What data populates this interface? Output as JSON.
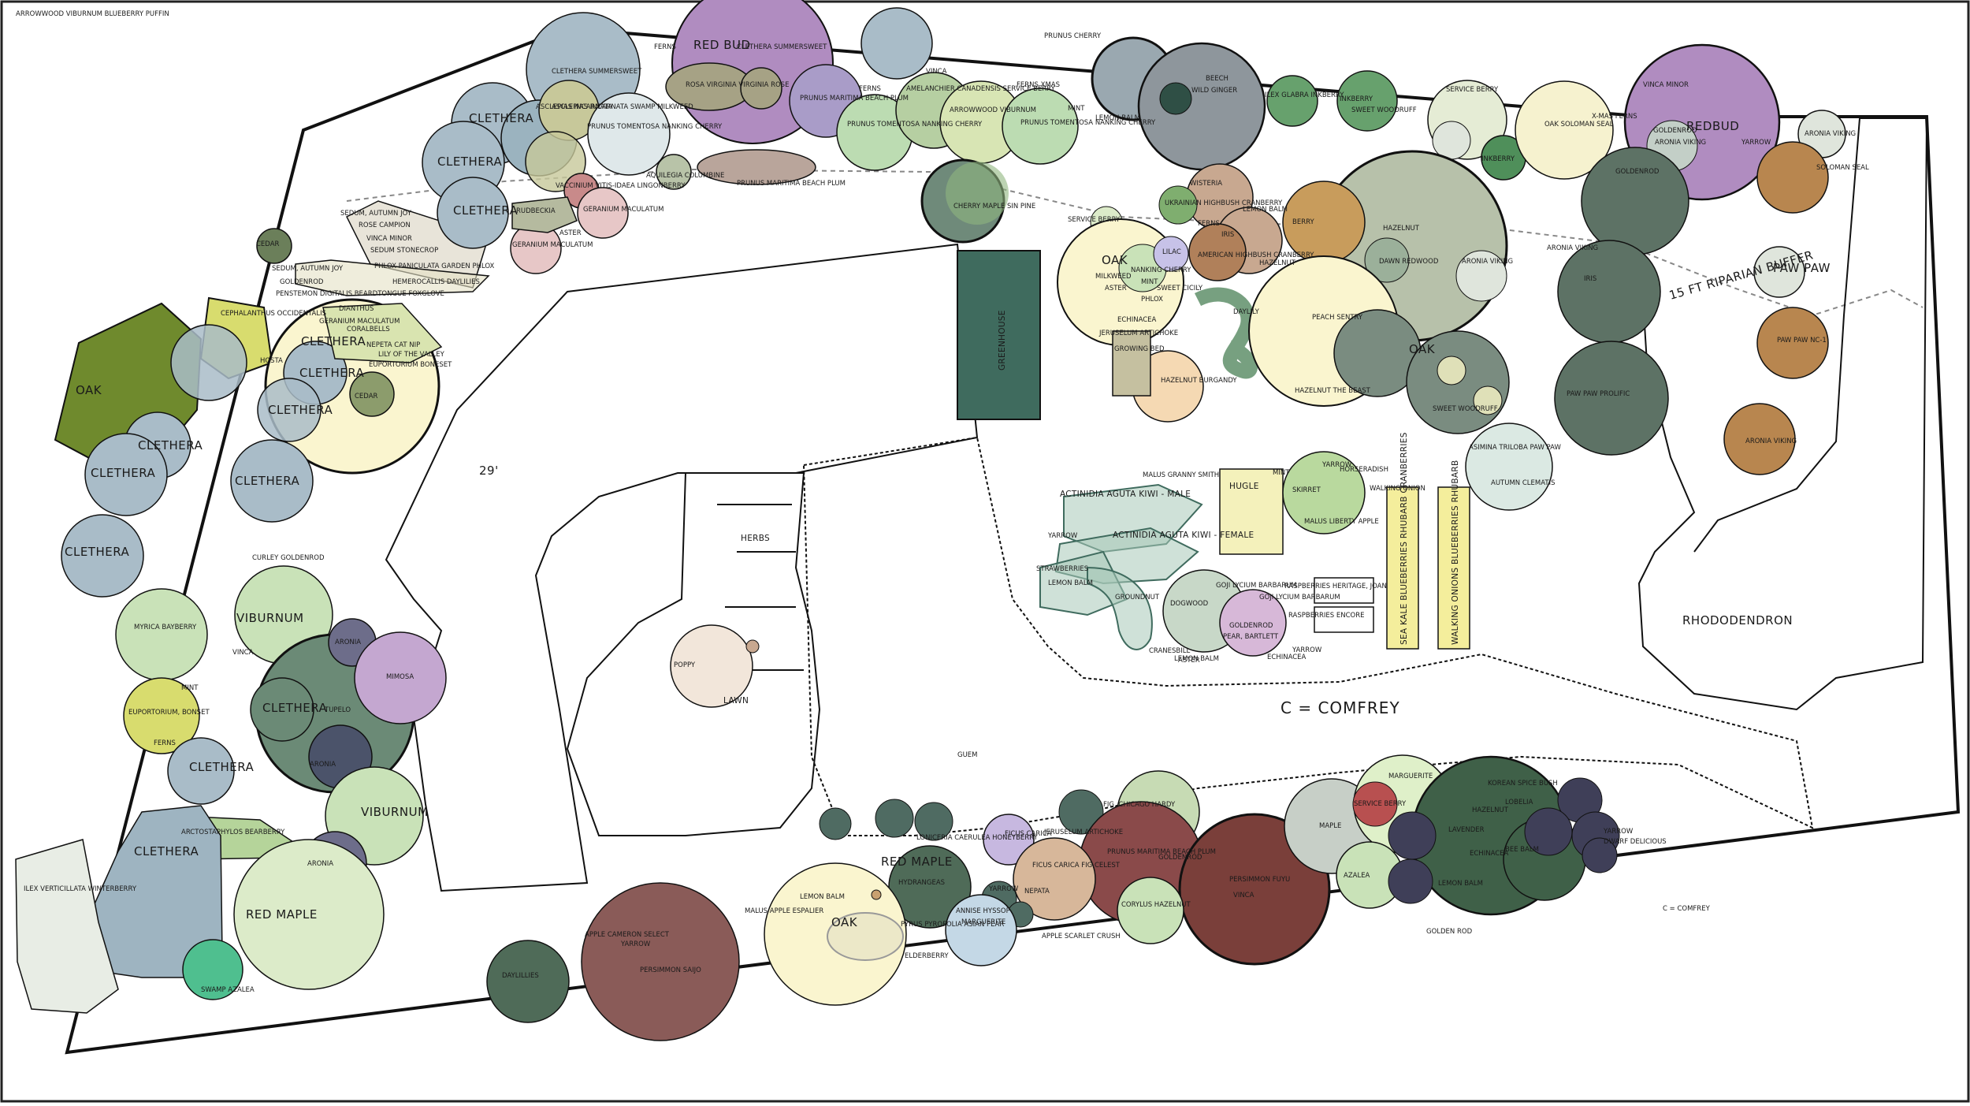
{
  "title": "",
  "legend": {
    "comfrey_main": "C = COMFREY",
    "comfrey_small": "C = COMFREY"
  },
  "areas": {
    "greenhouse": "GREENHOUSE",
    "herbs": "HERBS",
    "lawn": "LAWN",
    "dim_29": "29'",
    "riparian": "15 FT RIPARIAN BUFFER",
    "rhododendron": "RHODODENDRON",
    "hugle": "HUGLE",
    "growing_bed": "GROWING BED",
    "blueberries_1": "SEA KALE BLUEBERRIES RHUBARB CRANBERRIES",
    "blueberries_2": "WALKING ONIONS BLUEBERRIES RHUBARB",
    "raspberries_1": "RASPBERRIES HERITAGE, JOAN",
    "raspberries_2": "RASPBERRIES ENCORE",
    "actinidia_male": "ACTINIDIA AGUTA KIWI - MALE",
    "actinidia_female": "ACTINIDIA AGUTA KIWI - FEMALE"
  },
  "plants": [
    {
      "name": "CLETHERA SUMMERSWEET",
      "color": "#a9bcc8"
    },
    {
      "name": "RED BUD",
      "color": "#b08cc0"
    },
    {
      "name": "FERNS",
      "color": ""
    },
    {
      "name": "ROSA VIRGINIA VIRGINIA ROSE",
      "color": "#a6a285"
    },
    {
      "name": "PRUNUS MARITIMA BEACH PLUM",
      "color": "#a99cc8"
    },
    {
      "name": "ASCLEPIAS INCARNATA SWAMP MILKWEED",
      "color": "#c7c89a"
    },
    {
      "name": "CLETHERA SUMMERSWEET",
      "color": "#9bb3bf"
    },
    {
      "name": "VINCA",
      "color": ""
    },
    {
      "name": "FERNS",
      "color": ""
    },
    {
      "name": "AMELANCHIER CANADENSIS SERVICE BERRY",
      "color": "#b6cfa2"
    },
    {
      "name": "ARROWWOOD VIBURNUM",
      "color": "#d8e5b4"
    },
    {
      "name": "FERNS XMAS",
      "color": ""
    },
    {
      "name": "PRUNUS TOMENTOSA NANKING CHERRY",
      "color": "#bcdcb2"
    },
    {
      "name": "PRUNUS TOMENTOSA NANKING CHERRY",
      "color": "#bcdcb2"
    },
    {
      "name": "PRUNUS CHERRY",
      "color": ""
    },
    {
      "name": "MINT",
      "color": ""
    },
    {
      "name": "LEMON BALM",
      "color": ""
    },
    {
      "name": "BEECH",
      "color": "#6f7f8c"
    },
    {
      "name": "WILD GINGER",
      "color": ""
    },
    {
      "name": "ILEX GLABRA INKBERRY",
      "color": "#67a16d"
    },
    {
      "name": "INKBERRY",
      "color": "#67a16d"
    },
    {
      "name": "SWEET WOODRUFF",
      "color": ""
    },
    {
      "name": "SERVICE BERRY",
      "color": "#e5ecd5"
    },
    {
      "name": "VINCA MINOR",
      "color": ""
    },
    {
      "name": "OAK SOLOMAN SEAL",
      "color": "#f6f2cf"
    },
    {
      "name": "X-MAS FERNS",
      "color": ""
    },
    {
      "name": "GOLDENROD",
      "color": ""
    },
    {
      "name": "ARONIA VIKING",
      "color": "#c3cfc7"
    },
    {
      "name": "YARROW",
      "color": ""
    },
    {
      "name": "REDBUD",
      "color": "#b08cc0"
    },
    {
      "name": "ARONIA VIKING",
      "color": "#c3cfc7"
    },
    {
      "name": "SOLOMAN SEAL",
      "color": ""
    },
    {
      "name": "INKBERRY",
      "color": "#4f8f5a"
    },
    {
      "name": "CLETHERA",
      "color": "#a9bcc8"
    },
    {
      "name": "CLETHERA",
      "color": "#a9bcc8"
    },
    {
      "name": "CLETHERA",
      "color": "#a9bcc8"
    },
    {
      "name": "PRUNUS TOMENTOSA NANKING CHERRY",
      "color": "#dfe8ea"
    },
    {
      "name": "AQUILEGIA COLUMBINE",
      "color": "#b8c3a8"
    },
    {
      "name": "ASCLEPIAS INCARNATA",
      "color": "#c7c89a"
    },
    {
      "name": "VACCINIUM VITIS-IDAEA LINGONBERRY",
      "color": "#c88a8a"
    },
    {
      "name": "GERANIUM MACULATUM",
      "color": "#e7c7c7"
    },
    {
      "name": "GERANIUM MACULATUM",
      "color": "#e7c7c7"
    },
    {
      "name": "PRUNUS MARITIMA BEACH PLUM",
      "color": "#b9a59b"
    },
    {
      "name": "RUDBECKIA",
      "color": "#b5ba9f"
    },
    {
      "name": "ASTER",
      "color": ""
    },
    {
      "name": "CEDAR",
      "color": "#6b7f5a"
    },
    {
      "name": "SEDUM, AUTUMN JOY",
      "color": ""
    },
    {
      "name": "ROSE CAMPION",
      "color": ""
    },
    {
      "name": "VINCA MINOR",
      "color": ""
    },
    {
      "name": "SEDUM STONECROP",
      "color": ""
    },
    {
      "name": "PHLOX PANICULATA GARDEN PHLOX",
      "color": ""
    },
    {
      "name": "HEMEROCALLIS DAYLILIES",
      "color": ""
    },
    {
      "name": "SEDUM, AUTUMN JOY",
      "color": ""
    },
    {
      "name": "GOLDENROD",
      "color": ""
    },
    {
      "name": "PENSTEMON DIGITALIS BEARDTONGUE FOXGLOVE",
      "color": ""
    },
    {
      "name": "DIANTHUS",
      "color": ""
    },
    {
      "name": "GERANIUM MACULATUM",
      "color": "#d9e4b0"
    },
    {
      "name": "CORALBELLS",
      "color": ""
    },
    {
      "name": "NEPETA CAT NIP",
      "color": ""
    },
    {
      "name": "LILY OF THE VALLEY",
      "color": ""
    },
    {
      "name": "EUPORTORIUM BONESET",
      "color": "#d8dc6e"
    },
    {
      "name": "CEPHALANTHUS OCCIDENTALIS",
      "color": "#6f8a2d"
    },
    {
      "name": "OAK",
      "color": "#faf5cf"
    },
    {
      "name": "CLETHERA",
      "color": "#a9bcc8"
    },
    {
      "name": "HOSTA",
      "color": ""
    },
    {
      "name": "CLETHERA",
      "color": "#a9bcc8"
    },
    {
      "name": "CEDAR",
      "color": "#8c9c6c"
    },
    {
      "name": "CLETHERA",
      "color": "#a9bcc8"
    },
    {
      "name": "CLETHERA",
      "color": "#a9bcc8"
    },
    {
      "name": "CLETHERA",
      "color": "#a9bcc8"
    },
    {
      "name": "CLETHERA",
      "color": "#a9bcc8"
    },
    {
      "name": "CLETHERA",
      "color": "#a9bcc8"
    },
    {
      "name": "CURLEY GOLDENROD",
      "color": ""
    },
    {
      "name": "VIBURNUM",
      "color": "#c9e2b8"
    },
    {
      "name": "MYRICA BAYBERRY",
      "color": "#c9e2b8"
    },
    {
      "name": "VINCA",
      "color": ""
    },
    {
      "name": "ARONIA",
      "color": "#6d6d8a"
    },
    {
      "name": "MIMOSA",
      "color": "#c4a7d0"
    },
    {
      "name": "CLETHERA",
      "color": "#6b8a76"
    },
    {
      "name": "TUPELO",
      "color": "#6b8a76"
    },
    {
      "name": "ARONIA",
      "color": "#4b536a"
    },
    {
      "name": "MINT",
      "color": ""
    },
    {
      "name": "EUPORTORIUM, BONSET",
      "color": "#d8dc6e"
    },
    {
      "name": "FERNS",
      "color": ""
    },
    {
      "name": "CLETHERA",
      "color": "#a9bcc8"
    },
    {
      "name": "VIBURNUM",
      "color": "#c9e2b8"
    },
    {
      "name": "ARCTOSTAPHYLOS BEARBERRY",
      "color": "#b5d49a"
    },
    {
      "name": "CLETHERA",
      "color": "#9eb4c1"
    },
    {
      "name": "ARONIA",
      "color": "#6d6d8a"
    },
    {
      "name": "RED MAPLE",
      "color": "#dcebc9"
    },
    {
      "name": "ILEX VERTICILLATA WINTERBERRY",
      "color": "#e8ede5"
    },
    {
      "name": "SWAMP AZALEA",
      "color": "#4fbf8f"
    },
    {
      "name": "CHERRY MAPLE SIN PINE",
      "color": "#6f8a7a"
    },
    {
      "name": "SERVICE BERRY",
      "color": "#dcebc9"
    },
    {
      "name": "OAK",
      "color": "#faf5cf"
    },
    {
      "name": "NANKING CHERRY",
      "color": "#c9e2b8"
    },
    {
      "name": "LILAC",
      "color": "#c7c2e8"
    },
    {
      "name": "MILKWEED",
      "color": ""
    },
    {
      "name": "ASTER",
      "color": ""
    },
    {
      "name": "MINT",
      "color": ""
    },
    {
      "name": "SWEET CICILY",
      "color": ""
    },
    {
      "name": "PHLOX",
      "color": ""
    },
    {
      "name": "ECHINACEA",
      "color": ""
    },
    {
      "name": "JERUSELUM ARTICHOKE",
      "color": ""
    },
    {
      "name": "DAYLILY",
      "color": ""
    },
    {
      "name": "WISTERIA",
      "color": "#5f8f6a"
    },
    {
      "name": "UKRAINIAN HIGHBUSH CRANBERRY",
      "color": "#c8a890"
    },
    {
      "name": "LEMON BALM",
      "color": "#7fae6f"
    },
    {
      "name": "FERNS",
      "color": ""
    },
    {
      "name": "IRIS",
      "color": ""
    },
    {
      "name": "AMERICAN HIGHBUSH CRANBERRY",
      "color": "#c8a890"
    },
    {
      "name": "HAZELNUT",
      "color": "#b0805a"
    },
    {
      "name": "BERRY",
      "color": ""
    },
    {
      "name": "HAZELNUT",
      "color": "#c89c5c"
    },
    {
      "name": "DAWN REDWOOD",
      "color": "#b7c1aa"
    },
    {
      "name": "ARONIA VIKING",
      "color": "#9bb09a"
    },
    {
      "name": "ARONIA VIKING",
      "color": "#dfe5dc"
    },
    {
      "name": "GOLDENROD",
      "color": ""
    },
    {
      "name": "IRIS",
      "color": ""
    },
    {
      "name": "PAW PAW PROLIFIC",
      "color": "#5d7265"
    },
    {
      "name": "PAW PAW",
      "color": "#5d7265"
    },
    {
      "name": "PAW PAW NC-1",
      "color": "#5d7265"
    },
    {
      "name": "ARONIA VIKING",
      "color": "#dfe5dc"
    },
    {
      "name": "HAZELNUT BURGANDY",
      "color": "#b8864f"
    },
    {
      "name": "HAZELNUT THE BEAST",
      "color": "#b8864f"
    },
    {
      "name": "PEACH SENTRY",
      "color": "#f5d9b3"
    },
    {
      "name": "OAK",
      "color": "#faf5cf"
    },
    {
      "name": "SWEET WOODRUFF",
      "color": ""
    },
    {
      "name": "ASIMINA TRILOBA PAW PAW",
      "color": "#7a8c80"
    },
    {
      "name": "AUTUMN CLEMATIS",
      "color": "#dfe0b8"
    },
    {
      "name": "MALUS GRANNY SMITH",
      "color": "#dbe9e3"
    },
    {
      "name": "YARROW",
      "color": ""
    },
    {
      "name": "MINT",
      "color": ""
    },
    {
      "name": "HORSERADISH",
      "color": ""
    },
    {
      "name": "SKIRRET",
      "color": ""
    },
    {
      "name": "WALKING ONION",
      "color": ""
    },
    {
      "name": "MALUS LIBERTY APPLE",
      "color": "#b9d99e"
    },
    {
      "name": "YARROW",
      "color": ""
    },
    {
      "name": "STRAWBERRIES",
      "color": ""
    },
    {
      "name": "LEMON BALM",
      "color": ""
    },
    {
      "name": "GROUNDNUT",
      "color": ""
    },
    {
      "name": "GOJI LYCIUM BARBARUM",
      "color": ""
    },
    {
      "name": "GOJI LYCIUM BARBARUM",
      "color": ""
    },
    {
      "name": "DOGWOOD",
      "color": ""
    },
    {
      "name": "GOLDENROD",
      "color": ""
    },
    {
      "name": "PEAR, BARTLETT",
      "color": "#c8d8c8"
    },
    {
      "name": "CRANESBILL",
      "color": "#d7b8d8"
    },
    {
      "name": "ASTER",
      "color": ""
    },
    {
      "name": "LEMON BALM",
      "color": ""
    },
    {
      "name": "ECHINACEA",
      "color": ""
    },
    {
      "name": "YARROW",
      "color": ""
    },
    {
      "name": "POPPY",
      "color": ""
    },
    {
      "name": "GUEM",
      "color": ""
    },
    {
      "name": "FIG, CHICAGO HARDY",
      "color": "#f2e6da"
    },
    {
      "name": "LONICERIA CAERULEA HONEYBERRY",
      "color": "#4f6b62"
    },
    {
      "name": "FICUS CARICA",
      "color": "#c7dbb4"
    },
    {
      "name": "JERUSELUM ARTICHOKE",
      "color": ""
    },
    {
      "name": "PRUNUS MARITIMA BEACH PLUM",
      "color": "#c7b8e0"
    },
    {
      "name": "GOLDENROD",
      "color": ""
    },
    {
      "name": "PERSIMMON FUYU",
      "color": "#8a4a4a"
    },
    {
      "name": "VINCA",
      "color": ""
    },
    {
      "name": "RED MAPLE",
      "color": "#7a3f3a"
    },
    {
      "name": "HYDRANGEAS",
      "color": ""
    },
    {
      "name": "YARROW",
      "color": ""
    },
    {
      "name": "FICUS CARICA FIG,CELEST",
      "color": "#4f6b58"
    },
    {
      "name": "NEPATA",
      "color": ""
    },
    {
      "name": "CORYLUS HAZELNUT",
      "color": "#d7b79a"
    },
    {
      "name": "MARGUERITE",
      "color": ""
    },
    {
      "name": "SERVICE BERRY",
      "color": "#c9e2b8"
    },
    {
      "name": "MAPLE",
      "color": "#dff0c9"
    },
    {
      "name": "AZALEA",
      "color": "#b85050"
    },
    {
      "name": "KOREAN SPICE BUSH",
      "color": "#c7cfc7"
    },
    {
      "name": "HAZELNUT",
      "color": "#c9e2b8"
    },
    {
      "name": "LOBELIA",
      "color": "#3f6048"
    },
    {
      "name": "LAVENDER",
      "color": "#3f6048"
    },
    {
      "name": "ECHINACEA",
      "color": ""
    },
    {
      "name": "BEE BALM",
      "color": ""
    },
    {
      "name": "YARROW",
      "color": ""
    },
    {
      "name": "DWARF DELICIOUS",
      "color": "#3f6048"
    },
    {
      "name": "LEMON BALM",
      "color": ""
    },
    {
      "name": "GOLDEN ROD",
      "color": ""
    },
    {
      "name": "PYRUS PYROFOLIA ASIAN PEAR",
      "color": ""
    },
    {
      "name": "ELDERBERRY",
      "color": ""
    },
    {
      "name": "ANNISE HYSSOP",
      "color": ""
    },
    {
      "name": "MARGUERITE",
      "color": ""
    },
    {
      "name": "APPLE SCARLET CRUSH",
      "color": "#c4d8e6"
    },
    {
      "name": "MALUS APPLE ESPALIER",
      "color": ""
    },
    {
      "name": "LEMON BALM",
      "color": ""
    },
    {
      "name": "OAK",
      "color": "#faf5cf"
    },
    {
      "name": "APPLE CAMERON SELECT",
      "color": "#ece8c8"
    },
    {
      "name": "YARROW",
      "color": ""
    },
    {
      "name": "PERSIMMON SAIJO",
      "color": "#8a5b58"
    },
    {
      "name": "DAYLILLIES",
      "color": ""
    },
    {
      "name": "ARROWWOOD VIBURNUM BLUEBERRY PUFFIN",
      "color": "#4f6b58"
    }
  ]
}
